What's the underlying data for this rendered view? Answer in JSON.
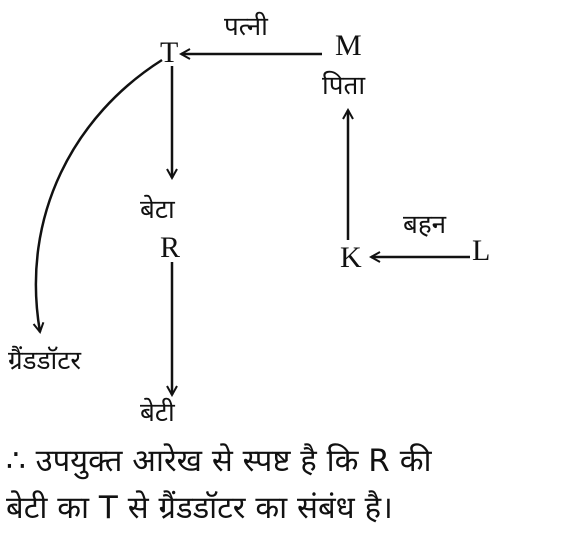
{
  "nodes": {
    "T": "T",
    "M": "M",
    "R": "R",
    "K": "K",
    "L": "L"
  },
  "relations": {
    "wife": "पत्नी",
    "father": "पिता",
    "son": "बेटा",
    "sister": "बहन",
    "granddaughter": "ग्रैंडडॉटर",
    "daughter": "बेटी"
  },
  "conclusion": {
    "line1": "∴ उपयुक्त आरेख से स्पष्ट है कि R की",
    "line2": "बेटी का T से ग्रैंडडॉटर का संबंध है।"
  },
  "colors": {
    "ink": "#111111",
    "background": "#ffffff"
  }
}
